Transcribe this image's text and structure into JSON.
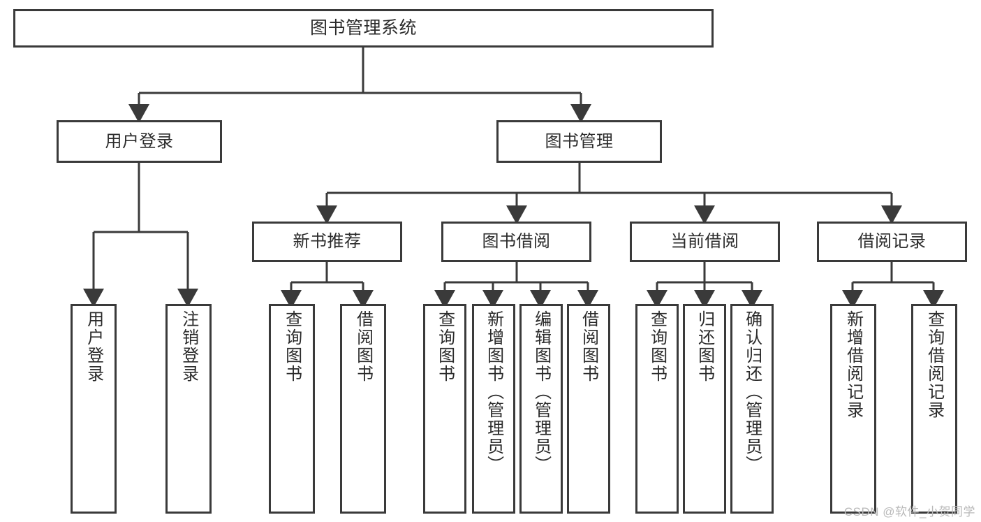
{
  "diagram": {
    "type": "tree",
    "title": "图书管理系统",
    "orientation": "top-down",
    "colors": {
      "box_border": "#3a3a3a",
      "box_fill": "#ffffff",
      "connector": "#3a3a3a",
      "text": "#2b2b2b",
      "watermark": "#b9b9b9"
    },
    "levels": [
      {
        "level": 1,
        "nodes": [
          {
            "id": "root",
            "label": "图书管理系统",
            "text_direction": "horizontal"
          }
        ]
      },
      {
        "level": 2,
        "nodes": [
          {
            "id": "login",
            "label": "用户登录",
            "parent": "root",
            "text_direction": "horizontal"
          },
          {
            "id": "bookmgmt",
            "label": "图书管理",
            "parent": "root",
            "text_direction": "horizontal"
          }
        ]
      },
      {
        "level": 3,
        "nodes": [
          {
            "id": "newbook",
            "label": "新书推荐",
            "parent": "bookmgmt",
            "text_direction": "horizontal"
          },
          {
            "id": "borrow",
            "label": "图书借阅",
            "parent": "bookmgmt",
            "text_direction": "horizontal"
          },
          {
            "id": "current",
            "label": "当前借阅",
            "parent": "bookmgmt",
            "text_direction": "horizontal"
          },
          {
            "id": "records",
            "label": "借阅记录",
            "parent": "bookmgmt",
            "text_direction": "horizontal"
          }
        ]
      },
      {
        "level": 4,
        "nodes": [
          {
            "id": "leaf1",
            "label": "用户登录",
            "parent": "login",
            "text_direction": "vertical"
          },
          {
            "id": "leaf2",
            "label": "注销登录",
            "parent": "login",
            "text_direction": "vertical"
          },
          {
            "id": "leaf3",
            "label": "查询图书",
            "parent": "newbook",
            "text_direction": "vertical"
          },
          {
            "id": "leaf4",
            "label": "借阅图书",
            "parent": "newbook",
            "text_direction": "vertical"
          },
          {
            "id": "leaf5",
            "label": "查询图书",
            "parent": "borrow",
            "text_direction": "vertical"
          },
          {
            "id": "leaf6",
            "label": "新增图书（管理员）",
            "parent": "borrow",
            "text_direction": "vertical"
          },
          {
            "id": "leaf7",
            "label": "编辑图书（管理员）",
            "parent": "borrow",
            "text_direction": "vertical"
          },
          {
            "id": "leaf8",
            "label": "借阅图书",
            "parent": "borrow",
            "text_direction": "vertical"
          },
          {
            "id": "leaf9",
            "label": "查询图书",
            "parent": "current",
            "text_direction": "vertical"
          },
          {
            "id": "leaf10",
            "label": "归还图书",
            "parent": "current",
            "text_direction": "vertical"
          },
          {
            "id": "leaf11",
            "label": "确认归还（管理员）",
            "parent": "current",
            "text_direction": "vertical"
          },
          {
            "id": "leaf12",
            "label": "新增借阅记录",
            "parent": "records",
            "text_direction": "vertical"
          },
          {
            "id": "leaf13",
            "label": "查询借阅记录",
            "parent": "records",
            "text_direction": "vertical"
          }
        ]
      }
    ]
  },
  "watermark": {
    "text": "CSDN @软件_小贺同学"
  }
}
